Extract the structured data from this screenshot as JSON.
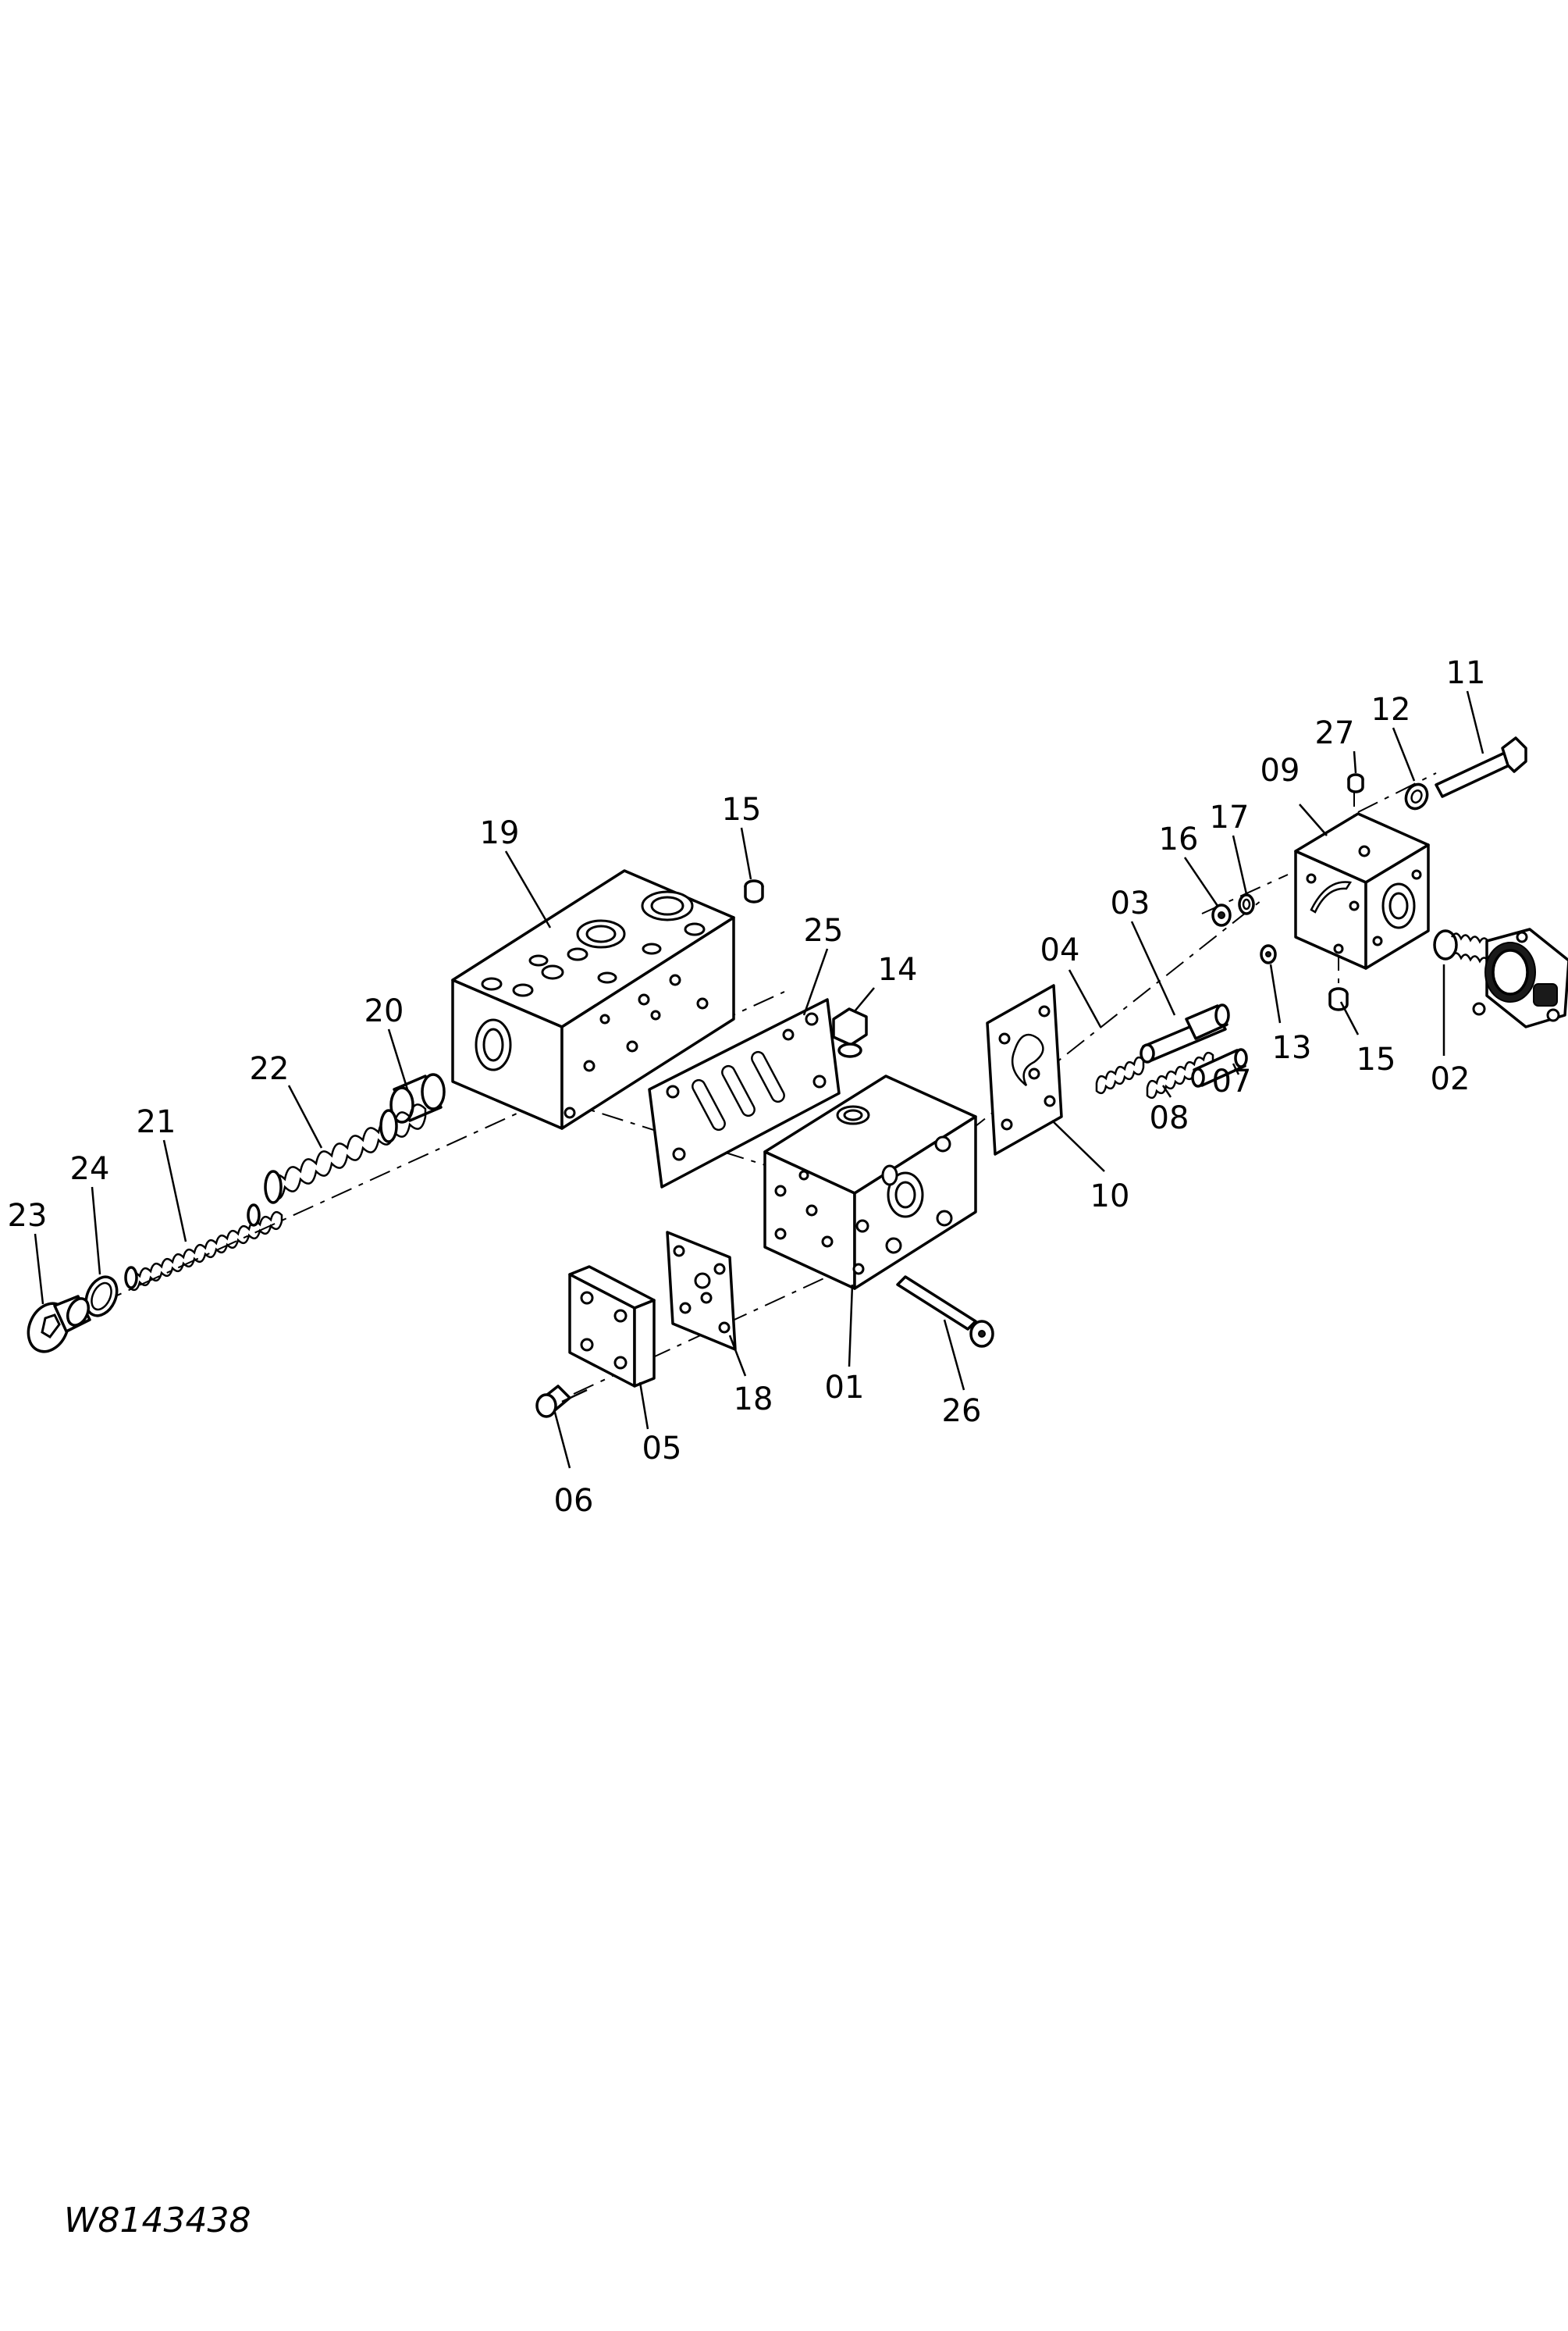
{
  "drawing_id": "W8143438",
  "callouts": {
    "c01": "01",
    "c02": "02",
    "c03": "03",
    "c04": "04",
    "c05": "05",
    "c06": "06",
    "c07": "07",
    "c08": "08",
    "c09": "09",
    "c10": "10",
    "c11": "11",
    "c12": "12",
    "c13": "13",
    "c14": "14",
    "c15a": "15",
    "c15b": "15",
    "c16": "16",
    "c17": "17",
    "c18": "18",
    "c19": "19",
    "c20": "20",
    "c21": "21",
    "c22": "22",
    "c23": "23",
    "c24": "24",
    "c25": "25",
    "c26": "26",
    "c27": "27"
  }
}
